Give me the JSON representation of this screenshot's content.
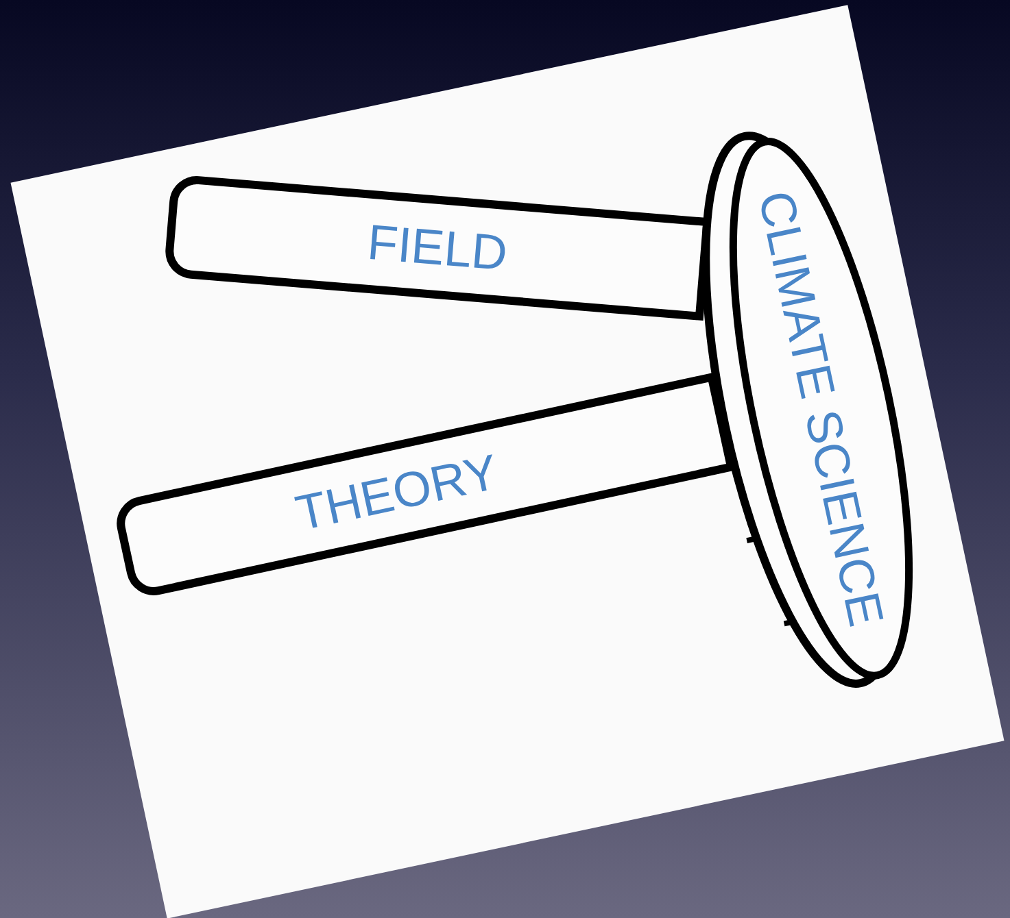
{
  "diagram": {
    "nodes": [
      {
        "text": [
          "FIELD"
        ]
      },
      {
        "text": [
          "THEORY"
        ]
      },
      {
        "text": [
          "CLIMATE SCIENCE"
        ]
      }
    ]
  }
}
